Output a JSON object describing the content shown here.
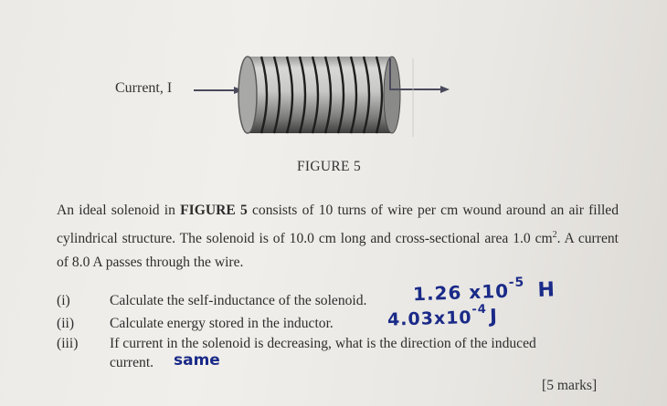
{
  "figure": {
    "current_label": "Current, I",
    "caption": "FIGURE 5"
  },
  "intro": {
    "part1": "An ideal solenoid in ",
    "bold": "FIGURE 5",
    "part2": " consists of 10 turns of wire per cm wound around an air filled cylindrical structure. The solenoid is of 10.0 cm long and cross-sectional area 1.0 cm",
    "sup": "2",
    "part3": ". A current of 8.0 A passes through the wire."
  },
  "questions": [
    {
      "num": "(i)",
      "text": "Calculate the self-inductance of the solenoid."
    },
    {
      "num": "(ii)",
      "text": "Calculate energy stored in the inductor."
    },
    {
      "num": "(iii)",
      "text": "If current in the solenoid is decreasing, what is the direction of the induced"
    }
  ],
  "question_cont": "current.",
  "handwriting": {
    "answer1_base": "1.26 x10",
    "answer1_exp": "-5",
    "answer1_unit": "H",
    "answer2_base": "4.03x10",
    "answer2_exp": "-4",
    "answer2_unit": "J",
    "answer3": "same"
  },
  "marks": "[5 marks]"
}
